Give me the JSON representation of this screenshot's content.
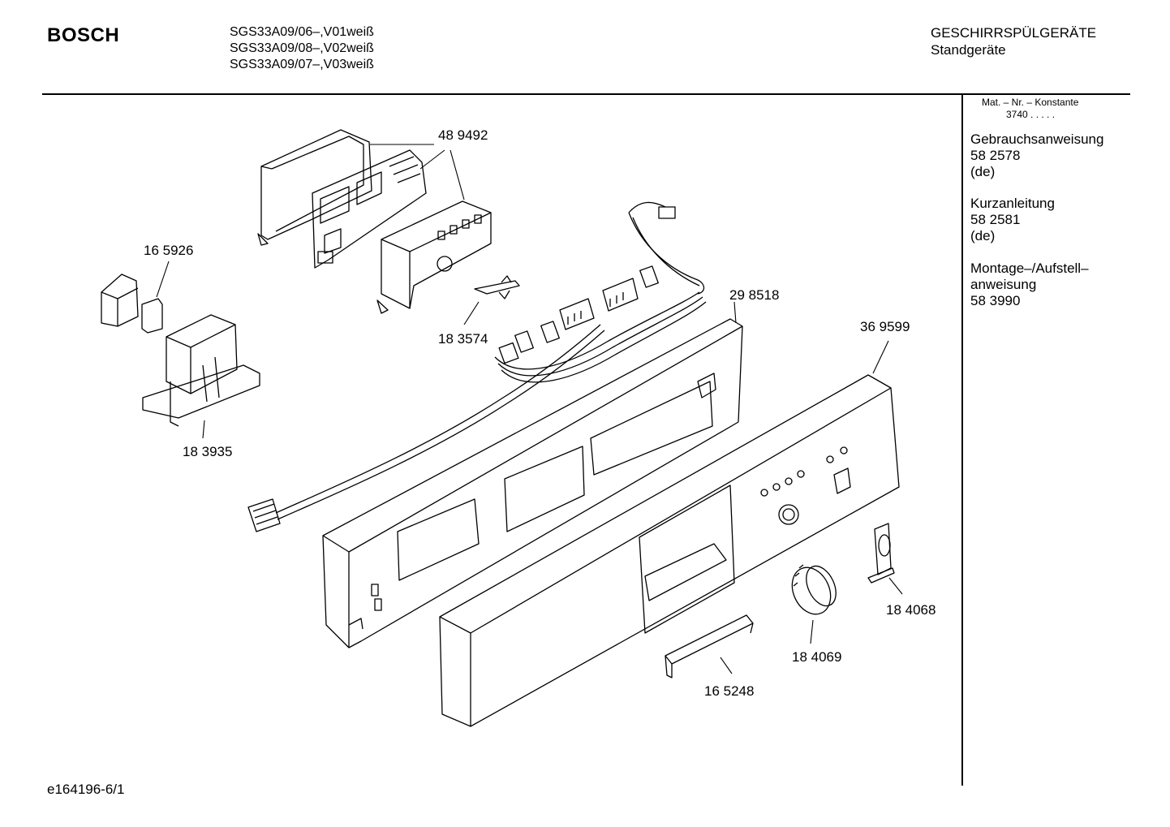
{
  "header": {
    "brand": "BOSCH",
    "models": [
      "SGS33A09/06–,V01weiß",
      "SGS33A09/08–,V02weiß",
      "SGS33A09/07–,V03weiß"
    ],
    "category": "GESCHIRRSPÜLGERÄTE",
    "subcategory": "Standgeräte"
  },
  "sidebar": {
    "mat_label": "Mat. – Nr. – Konstante",
    "mat_value": "3740 .   .   .   .   .",
    "docs": [
      {
        "lines": [
          "Gebrauchsanweisung",
          "58 2578",
          "(de)"
        ]
      },
      {
        "lines": [
          "Kurzanleitung",
          "58 2581",
          "(de)"
        ]
      },
      {
        "lines": [
          "Montage–/Aufstell–",
          "anweisung",
          "58 3990"
        ]
      }
    ]
  },
  "parts": [
    {
      "number": "48 9492"
    },
    {
      "number": "16 5926"
    },
    {
      "number": "18 3574"
    },
    {
      "number": "29 8518"
    },
    {
      "number": "36 9599"
    },
    {
      "number": "18 3935"
    },
    {
      "number": "18 4068"
    },
    {
      "number": "18 4069"
    },
    {
      "number": "16 5248"
    }
  ],
  "footer": {
    "code": "e164196-6/1"
  }
}
